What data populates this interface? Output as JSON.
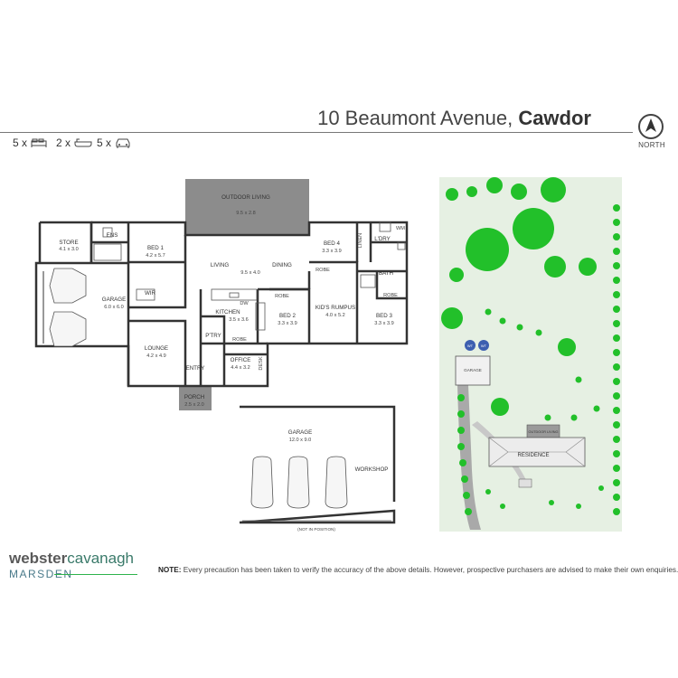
{
  "header": {
    "address": "10 Beaumont Avenue, ",
    "suburb": "Cawdor",
    "compass_label": "NORTH"
  },
  "features": {
    "beds_count": "5 x",
    "baths_count": "2 x",
    "cars_count": "5 x",
    "icons": [
      "bed-icon",
      "bath-icon",
      "car-icon"
    ]
  },
  "rooms": {
    "outdoor_living": {
      "name": "OUTDOOR LIVING",
      "dims": "9.5 x 2.8"
    },
    "store": {
      "name": "STORE",
      "dims": "4.1 x 3.0"
    },
    "ens": {
      "name": "ENS"
    },
    "bed1": {
      "name": "BED 1",
      "dims": "4.2 x 5.7"
    },
    "wir": {
      "name": "WIR"
    },
    "garage": {
      "name": "GARAGE",
      "dims": "6.0 x 6.0"
    },
    "living": {
      "name": "LIVING"
    },
    "living_dims": {
      "dims": "9.5 x 4.0"
    },
    "dining": {
      "name": "DINING"
    },
    "bed4": {
      "name": "BED 4",
      "dims": "3.3 x 3.9"
    },
    "ldry": {
      "name": "L'DRY"
    },
    "linen": {
      "name": "LINEN"
    },
    "wm": {
      "name": "WM"
    },
    "robe_bed4": {
      "name": "ROBE"
    },
    "bath": {
      "name": "BATH"
    },
    "robe_bed3": {
      "name": "ROBE"
    },
    "robe_bed2": {
      "name": "ROBE"
    },
    "kitchen": {
      "name": "KITCHEN",
      "dims": "3.5 x 3.6"
    },
    "dw": {
      "name": "DW"
    },
    "bed2": {
      "name": "BED 2",
      "dims": "3.3 x 3.9"
    },
    "rumpus": {
      "name": "KID'S RUMPUS",
      "dims": "4.0 x 5.2"
    },
    "bed3": {
      "name": "BED 3",
      "dims": "3.3 x 3.9"
    },
    "ptry": {
      "name": "P'TRY"
    },
    "robe_hall": {
      "name": "ROBE"
    },
    "lounge": {
      "name": "LOUNGE",
      "dims": "4.2 x 4.9"
    },
    "entry": {
      "name": "ENTRY"
    },
    "office": {
      "name": "OFFICE",
      "dims": "4.4 x 3.2"
    },
    "desk": {
      "name": "DESK"
    },
    "porch": {
      "name": "PORCH",
      "dims": "2.5 x 2.0"
    },
    "shed_garage": {
      "name": "GARAGE",
      "dims": "12.0 x 9.0"
    },
    "workshop": {
      "name": "WORKSHOP"
    },
    "not_in_position": {
      "name": "(NOT IN POSITION)"
    }
  },
  "site": {
    "garage": "GARAGE",
    "wt1": "WT",
    "wt2": "WT",
    "outdoor_living": "OUTDOOR LIVING",
    "residence": "RESIDENCE"
  },
  "footer": {
    "logo_part1": "webster",
    "logo_part2": "cavanagh",
    "logo_part3": "MARSDEN",
    "note_label": "NOTE:",
    "note_text": " Every precaution has been taken to verify the accuracy of the above details. However, prospective purchasers are advised to make their own enquiries."
  },
  "colors": {
    "wall": "#333333",
    "outdoor_fill": "#8c8c8c",
    "porch_fill": "#8c8c8c",
    "grass": "#e6f0e3",
    "tree": "#22c02a",
    "tree_dark": "#1a9a22",
    "accent": "#2eb34c"
  }
}
